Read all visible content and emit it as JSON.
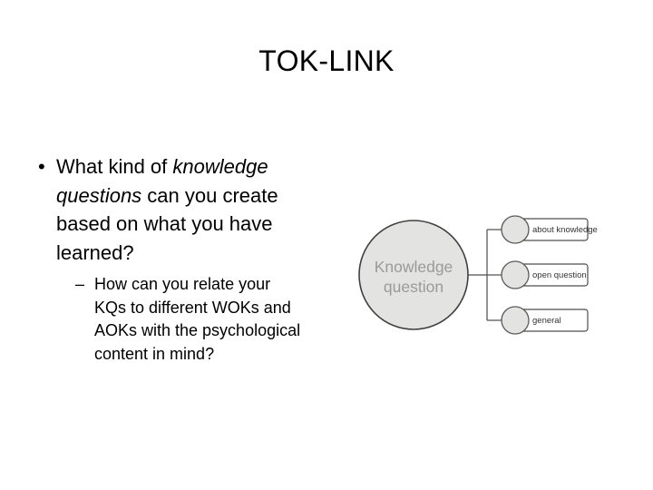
{
  "slide": {
    "title": "TOK-LINK",
    "bullets": [
      {
        "level": 1,
        "marker": "•",
        "text_before_italic": "What kind of ",
        "text_italic": "knowledge questions",
        "text_after_italic": " can you create based on what you have learned?",
        "plain_text": "What kind of knowledge questions can you create based on what you have learned?"
      },
      {
        "level": 2,
        "marker": "–",
        "text": "How can you relate your KQs to different WOKs and AOKs with the psychological content in mind?"
      }
    ]
  },
  "diagram": {
    "type": "node-tree",
    "center_node": {
      "label_line1": "Knowledge",
      "label_line2": "question",
      "shape": "circle",
      "fill": "#e3e3e1",
      "stroke": "#404040"
    },
    "leaf_nodes": [
      {
        "label": "about knowledge",
        "shape": "circle-with-box",
        "fill": "#e3e3e1",
        "stroke": "#5a5a5a"
      },
      {
        "label": "open question",
        "shape": "circle-with-box",
        "fill": "#e3e3e1",
        "stroke": "#5a5a5a"
      },
      {
        "label": "general",
        "shape": "circle-with-box",
        "fill": "#e3e3e1",
        "stroke": "#5a5a5a"
      }
    ],
    "connector_color": "#4d4d4d",
    "box_fill": "#ffffff"
  },
  "colors": {
    "background": "#ffffff",
    "text": "#000000",
    "node_fill": "#e3e3e1",
    "node_label": "#9a9a9a",
    "leaf_label": "#333333"
  }
}
